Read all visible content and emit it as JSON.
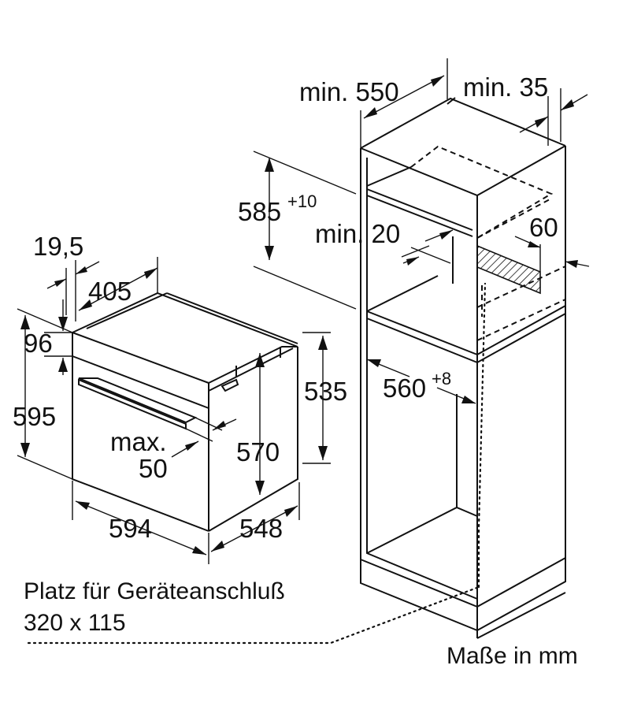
{
  "dimensions": {
    "cabinet_depth": "min. 550",
    "side_gap": "min. 35",
    "niche_height": "585",
    "niche_height_tol": "+10",
    "rear_gap": "min. 20",
    "vent_depth": "60",
    "niche_width": "560",
    "niche_width_tol": "+8",
    "front_panel_thickness": "19,5",
    "oven_depth_body": "405",
    "top_offset": "96",
    "oven_height": "595",
    "body_height": "535",
    "inner_height": "570",
    "handle_projection_prefix": "max.",
    "handle_projection_value": "50",
    "oven_width": "594",
    "oven_total_depth": "548"
  },
  "notes": {
    "connection_line1": "Platz für Geräteanschluß",
    "connection_line2": "320 x 115",
    "units": "Maße in mm"
  }
}
